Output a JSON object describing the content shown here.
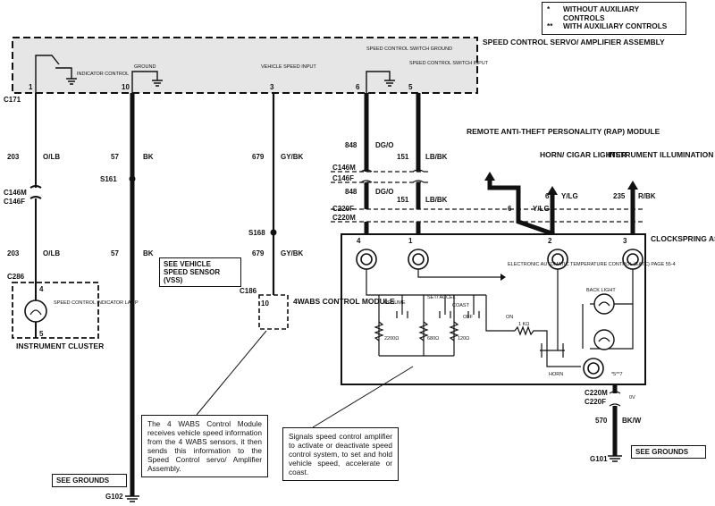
{
  "legend": [
    {
      "symbol": "*",
      "text": "WITHOUT AUXILIARY CONTROLS"
    },
    {
      "symbol": "**",
      "text": "WITH AUXILIARY CONTROLS"
    }
  ],
  "components": {
    "servo_assembly": "SPEED CONTROL SERVO/ AMPLIFIER ASSEMBLY",
    "rap_module": "REMOTE ANTI-THEFT PERSONALITY (RAP) MODULE",
    "horn": "HORN/ CIGAR LIGHTER",
    "instrument_illumination": "INSTRUMENT ILLUMINATION",
    "clockspring": "CLOCKSPRING ASSEMBLY",
    "instrument_cluster": "INSTRUMENT CLUSTER",
    "lamp": "SPEED CONTROL INDICATOR LAMP",
    "wabs_module": "4WABS CONTROL MODULE",
    "eatc": "ELECTRONIC AUTOMATIC TEMPERATURE CONTROL (EATC) PAGE 55-4",
    "back_light": "BACK LIGHT",
    "horn_switch": "HORN",
    "resume": "RESUME",
    "set_accel": "SET/ ACCEL",
    "coast": "COAST",
    "off": "OFF",
    "on": "ON",
    "star_note": "*5**7"
  },
  "pins": {
    "indicator_control": "INDICATOR CONTROL",
    "ground": "GROUND",
    "vss_input": "VEHICLE SPEED INPUT",
    "sc_switch_ground": "SPEED CONTROL SWITCH GROUND",
    "sc_switch_input": "SPEED CONTROL SWITCH INPUT",
    "p1": "1",
    "p10": "10",
    "p3": "3",
    "p6": "6",
    "p5": "5",
    "cs4": "4",
    "cs1": "1",
    "cs2": "2",
    "cs3": "3",
    "c286_4": "4",
    "c286_5": "5",
    "m10": "10",
    "rap6": "6",
    "horn6": "6"
  },
  "connectors": {
    "c171": "C171",
    "c146m": "C146M",
    "c146f": "C146F",
    "c220f": "C220F",
    "c220m": "C220M",
    "c286": "C286",
    "c186": "C186",
    "c220m_b": "C220M",
    "c220f_b": "C220F",
    "s161": "S161",
    "s168": "S168",
    "g101": "G101",
    "g102": "G102"
  },
  "wires": {
    "w203a": "203",
    "w203a_c": "O/LB",
    "w57a": "57",
    "w57a_c": "BK",
    "w679a": "679",
    "w679a_c": "GY/BK",
    "w848a": "848",
    "w848a_c": "DG/O",
    "w151a": "151",
    "w151a_c": "LB/BK",
    "w848b": "848",
    "w848b_c": "DG/O",
    "w151b": "151",
    "w151b_c": "LB/BK",
    "w203b": "203",
    "w203b_c": "O/LB",
    "w57b": "57",
    "w57b_c": "BK",
    "w679b": "679",
    "w679b_c": "GY/BK",
    "rap_c": "Y/LG",
    "horn_c": "Y/LG",
    "w235": "235",
    "w235_c": "R/BK",
    "w570": "570",
    "w570_c": "BK/W",
    "ov": "0V"
  },
  "resistors": {
    "r1": "2200Ω",
    "r2": "680Ω",
    "r3": "120Ω",
    "r4": "1 KΩ"
  },
  "boxes": {
    "see_vss": "SEE VEHICLE SPEED SENSOR (VSS)",
    "see_grounds_left": "SEE GROUNDS",
    "see_grounds_right": "SEE GROUNDS"
  },
  "notes": {
    "wabs": "The 4 WABS Control Module receives vehicle speed information from the 4 WABS sensors, it then sends this information to the Speed Control servo/ Amplifier Assembly.",
    "signals": "Signals speed control amplifier to activate or deactivate speed control system, to set and hold vehicle speed, accelerate or coast."
  }
}
